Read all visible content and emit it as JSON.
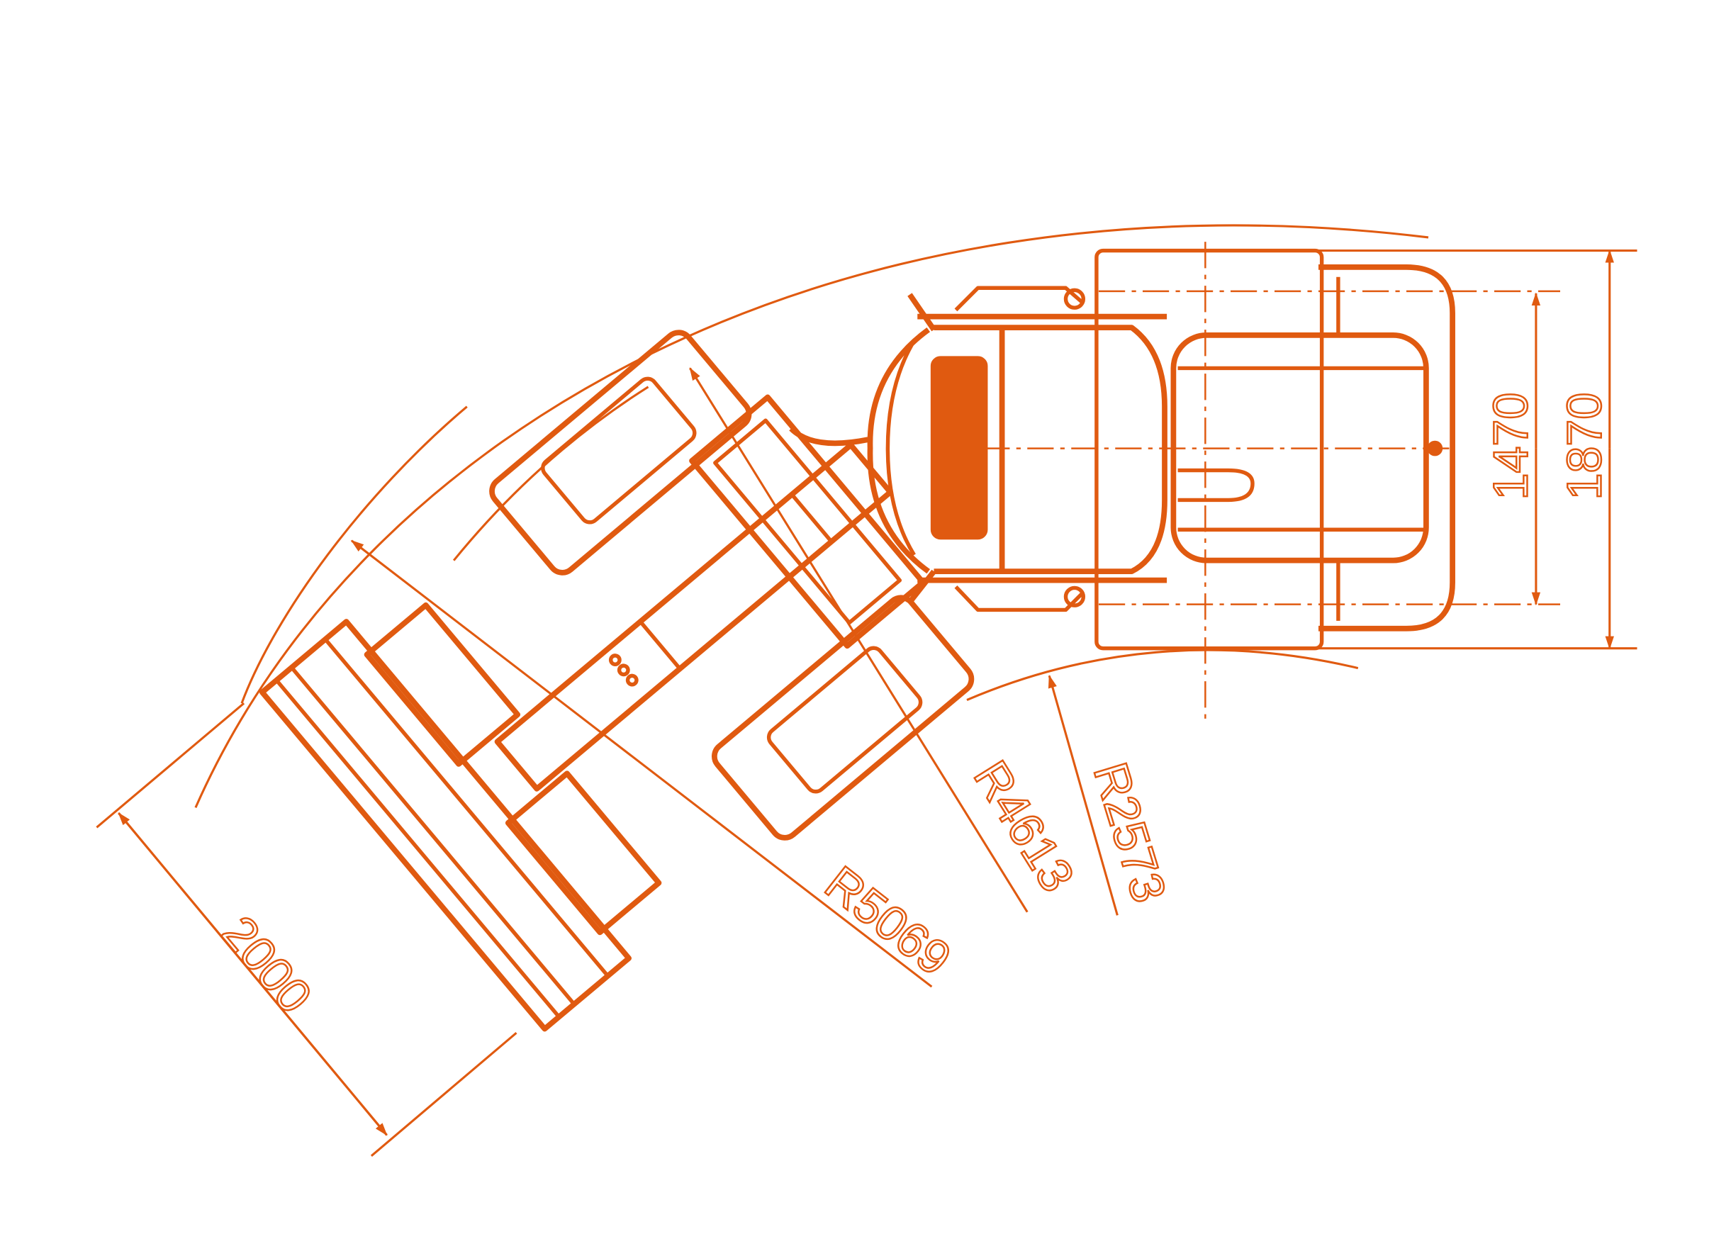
{
  "drawing": {
    "accent_color": "#e05a10",
    "dimensions": {
      "bucket_width": "2000",
      "outer_radius": "R5069",
      "middle_radius": "R4613",
      "inner_radius": "R2573",
      "track_width": "1470",
      "overall_width": "1870"
    }
  }
}
